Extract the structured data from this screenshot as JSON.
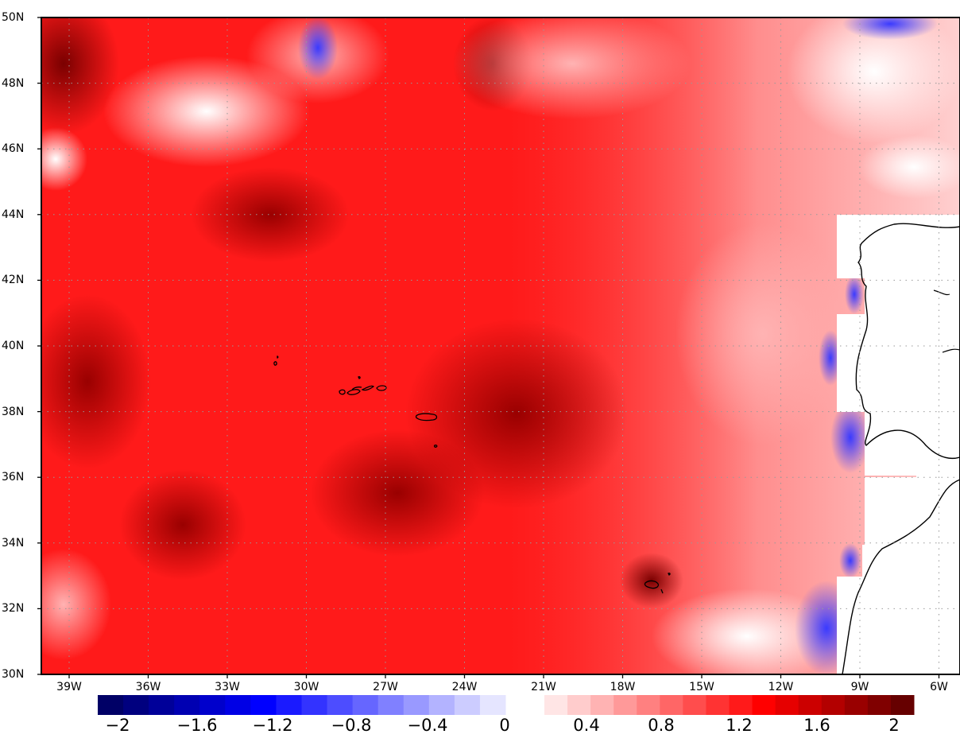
{
  "map": {
    "lat_labels": [
      "50N",
      "48N",
      "46N",
      "44N",
      "42N",
      "40N",
      "38N",
      "36N",
      "34N",
      "32N",
      "30N"
    ],
    "lon_labels": [
      "39W",
      "36W",
      "33W",
      "30W",
      "27W",
      "24W",
      "21W",
      "18W",
      "15W",
      "12W",
      "9W",
      "6W"
    ]
  },
  "colorbar": {
    "labels": [
      "-2",
      "-1.6",
      "-1.2",
      "-0.8",
      "-0.4",
      "0",
      "0.4",
      "0.8",
      "1.2",
      "1.6",
      "2"
    ],
    "neg_colors": [
      "#000066",
      "#00007f",
      "#000099",
      "#0000b2",
      "#0000cc",
      "#0000e5",
      "#0000ff",
      "#1a1aff",
      "#3333ff",
      "#4d4dff",
      "#6666ff",
      "#8080ff",
      "#9999ff",
      "#b3b3ff",
      "#ccccff",
      "#e5e5ff"
    ],
    "pos_colors": [
      "#ffe5e5",
      "#ffcccc",
      "#ffb3b3",
      "#ff9999",
      "#ff8080",
      "#ff6666",
      "#ff4d4d",
      "#ff3333",
      "#ff1a1a",
      "#ff0000",
      "#e60000",
      "#cc0000",
      "#b30000",
      "#990000",
      "#800000",
      "#660000"
    ]
  },
  "islands": [
    "azores",
    "madeira"
  ],
  "colors": {
    "frame": "#000000",
    "grid": "#999999",
    "land": "#ffffff"
  }
}
